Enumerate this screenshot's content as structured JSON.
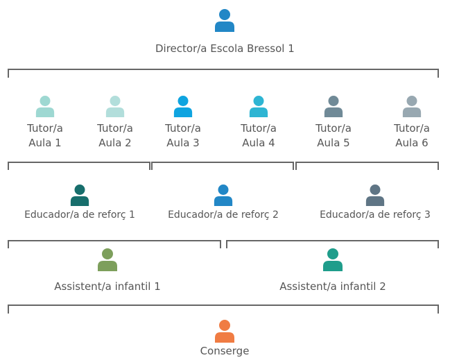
{
  "colors": {
    "director": "#2287c6",
    "tutor1": "#9ed8d2",
    "tutor2": "#b2dedb",
    "tutor3": "#0fa4e0",
    "tutor4": "#2eb5d3",
    "tutor5": "#708a97",
    "tutor6": "#98a8b1",
    "edu1": "#176e6c",
    "edu2": "#2287c6",
    "edu3": "#5f7585",
    "asst1": "#7d9f5c",
    "asst2": "#1f9d8b",
    "conserge": "#f07c43",
    "line": "#666666"
  },
  "director": {
    "label": "Director/a Escola Bressol 1",
    "icon": "person-icon"
  },
  "tutors": [
    {
      "line1": "Tutor/a",
      "line2": "Aula 1",
      "icon": "person-icon"
    },
    {
      "line1": "Tutor/a",
      "line2": "Aula 2",
      "icon": "person-icon"
    },
    {
      "line1": "Tutor/a",
      "line2": "Aula 3",
      "icon": "person-icon"
    },
    {
      "line1": "Tutor/a",
      "line2": "Aula 4",
      "icon": "person-icon"
    },
    {
      "line1": "Tutor/a",
      "line2": "Aula 5",
      "icon": "person-icon"
    },
    {
      "line1": "Tutor/a",
      "line2": "Aula 6",
      "icon": "person-icon"
    }
  ],
  "educators": [
    {
      "label": "Educador/a de reforç 1",
      "icon": "person-icon"
    },
    {
      "label": "Educador/a de reforç 2",
      "icon": "person-icon"
    },
    {
      "label": "Educador/a de reforç 3",
      "icon": "person-icon"
    }
  ],
  "assistants": [
    {
      "label": "Assistent/a infantil 1",
      "icon": "person-icon"
    },
    {
      "label": "Assistent/a infantil 2",
      "icon": "person-icon"
    }
  ],
  "conserge": {
    "label": "Conserge",
    "icon": "person-icon"
  }
}
